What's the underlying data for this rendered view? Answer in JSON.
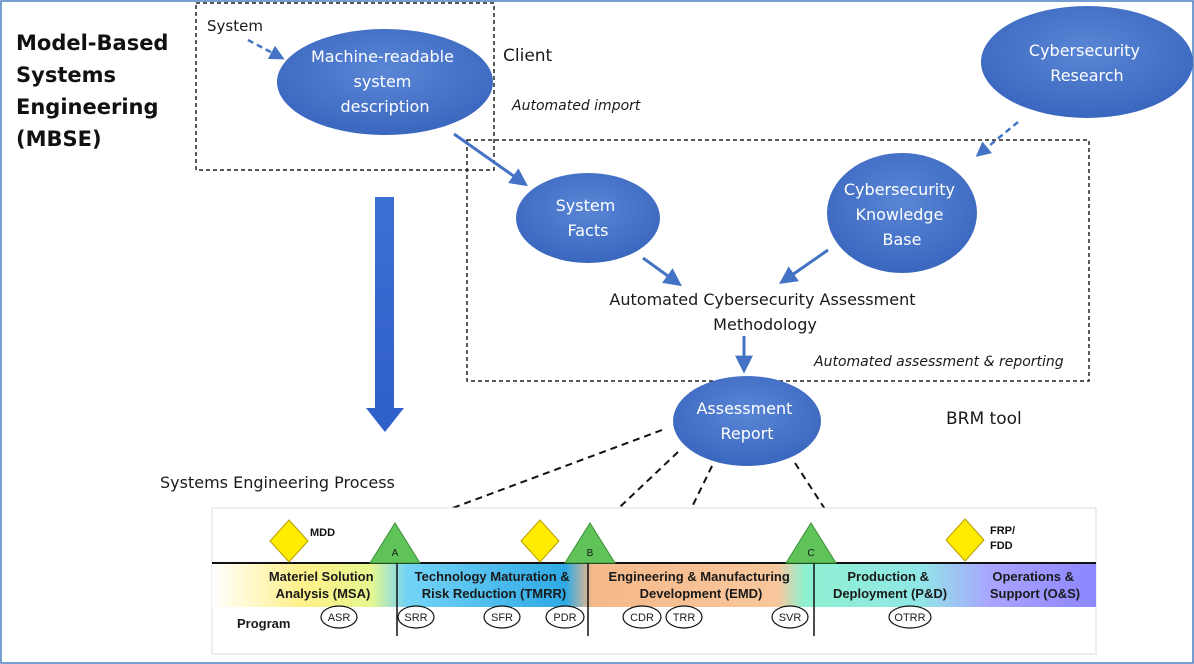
{
  "title": [
    "Model-Based",
    "Systems",
    "Engineering",
    "(MBSE)"
  ],
  "system_label": "System",
  "client_label": "Client",
  "brm_label": "BRM tool",
  "automated_import": "Automated import",
  "automated_assessment": "Automated assessment & reporting",
  "seprocess_label": "Systems Engineering Process",
  "ellipses": {
    "machine": [
      "Machine-readable",
      "system",
      "description"
    ],
    "research": [
      "Cybersecurity",
      "Research"
    ],
    "facts": [
      "System",
      "Facts"
    ],
    "kb": [
      "Cybersecurity",
      "Knowledge",
      "Base"
    ],
    "report": [
      "Assessment",
      "Report"
    ]
  },
  "methodology": [
    "Automated Cybersecurity Assessment",
    "Methodology"
  ],
  "milestones": {
    "mdd": "MDD",
    "a": "A",
    "b": "B",
    "c": "C",
    "frp": [
      "FRP/",
      "FDD"
    ]
  },
  "phases": [
    [
      "Materiel Solution",
      "Analysis (MSA)"
    ],
    [
      "Technology Maturation &",
      "Risk Reduction (TMRR)"
    ],
    [
      "Engineering & Manufacturing",
      "Development (EMD)"
    ],
    [
      "Production &",
      "Deployment (P&D)"
    ],
    [
      "Operations &",
      "Support (O&S)"
    ]
  ],
  "program_label": "Program",
  "reviews": [
    "ASR",
    "SRR",
    "SFR",
    "PDR",
    "CDR",
    "TRR",
    "SVR",
    "OTRR"
  ],
  "colors": {
    "ellipse": "#4472c4",
    "arrow": "#4472c4",
    "diamond": "#ffec00",
    "triangle": "#5fc35a"
  }
}
